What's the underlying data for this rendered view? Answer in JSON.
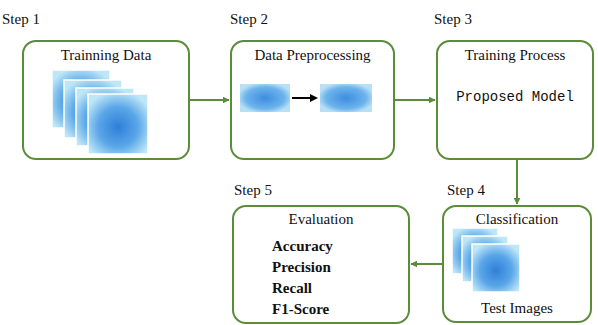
{
  "diagram": {
    "nodes": [
      {
        "text": [
          "Step 1",
          "Trainning Data"
        ]
      },
      {
        "text": [
          "Step 2",
          "Data Preprocessing"
        ]
      },
      {
        "text": [
          "Step 3",
          "Training Process",
          "Proposed Model"
        ]
      },
      {
        "text": [
          "Step 4",
          "Classification",
          "Test Images"
        ]
      },
      {
        "text": [
          "Step 5",
          "Evaluation",
          "Accuracy",
          "Precision",
          "Recall",
          "F1-Score"
        ]
      }
    ],
    "edges": [
      {
        "from": 0,
        "to": 1,
        "arrow": "to"
      },
      {
        "from": 1,
        "to": 2,
        "arrow": "to"
      },
      {
        "from": 2,
        "to": 3,
        "arrow": "to"
      },
      {
        "from": 3,
        "to": 4,
        "arrow": "to"
      }
    ]
  }
}
